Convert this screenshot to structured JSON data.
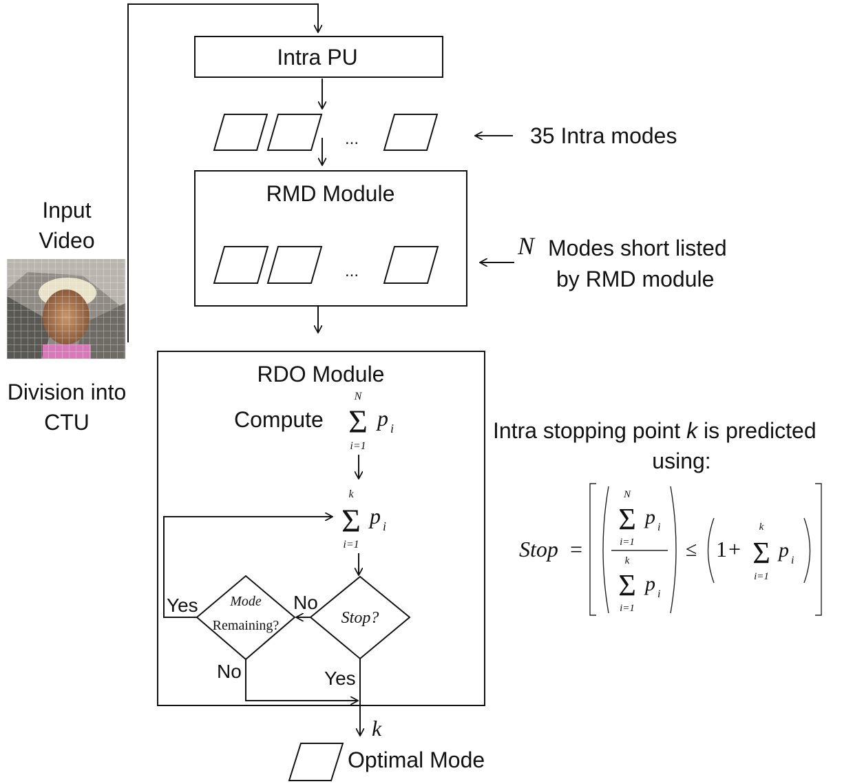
{
  "input": {
    "label_line1": "Input",
    "label_line2": "Video",
    "caption_line1": "Division into",
    "caption_line2": "CTU"
  },
  "intra_pu": {
    "label": "Intra PU"
  },
  "modes_row": {
    "ellipsis": "...",
    "note": "35 Intra modes"
  },
  "rmd": {
    "title": "RMD Module",
    "ellipsis": "...",
    "note_symbol": "N",
    "note_line1": "Modes short listed",
    "note_line2": "by RMD module"
  },
  "rdo": {
    "title": "RDO Module",
    "compute_label": "Compute",
    "sum1": {
      "upper": "N",
      "lower": "i=1",
      "term": "p",
      "sub": "i"
    },
    "sum2": {
      "upper": "k",
      "lower": "i=1",
      "term": "p",
      "sub": "i"
    },
    "decision_mode_line1": "Mode",
    "decision_mode_line2": "Remaining?",
    "decision_stop": "Stop?",
    "yes_left": "Yes",
    "no_mid": "No",
    "no_bottom": "No",
    "yes_bottom": "Yes"
  },
  "output": {
    "k_label": "k",
    "label": "Optimal Mode"
  },
  "formula": {
    "caption_pre": "Intra stopping point ",
    "caption_k": "k",
    "caption_post": " is predicted",
    "caption_line2": "using:",
    "lhs": "Stop",
    "eq": "=",
    "num_upper": "N",
    "num_lower": "i=1",
    "den_upper": "k",
    "den_lower": "i=1",
    "term": "p",
    "sub": "i",
    "leq": "≤",
    "one": "1",
    "plus": "+",
    "rhs_upper": "k",
    "rhs_lower": "i=1",
    "sigma": "Σ"
  }
}
